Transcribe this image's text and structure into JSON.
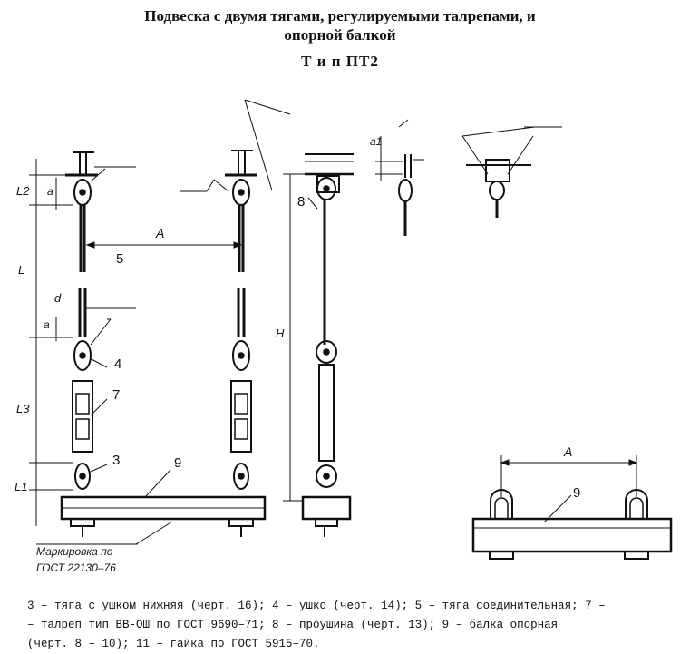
{
  "title_line1": "Подвеска с двумя тягами, регулируемыми талрепами, и",
  "title_line2": "опорной балкой",
  "type_label": "Т и п  ПТ2",
  "dimensions": {
    "A_front": "A",
    "A_side": "A",
    "L2": "L2",
    "a_top": "a",
    "L": "L",
    "d": "d",
    "a_mid": "a",
    "L3": "L3",
    "L1": "L1",
    "H": "H",
    "a1": "a1"
  },
  "callouts": {
    "n5": "5",
    "n4": "4",
    "n7": "7",
    "n3": "3",
    "n9_front": "9",
    "n8": "8",
    "n9_side": "9"
  },
  "marking": {
    "line1": "Маркировка по",
    "line2": "ГОСТ 22130–76"
  },
  "caption": {
    "line1": "3 – тяга с ушком нижняя (черт. 16); 4 – ушко (черт. 14); 5 – тяга соединительная; 7 –",
    "line2": "– талреп тип  ВВ-ОШ  по ГОСТ  9690–71; 8 – проушина (черт. 13);  9 – балка опорная",
    "line3": "(черт. 8 – 10);  11 – гайка по ГОСТ 5915–70."
  }
}
